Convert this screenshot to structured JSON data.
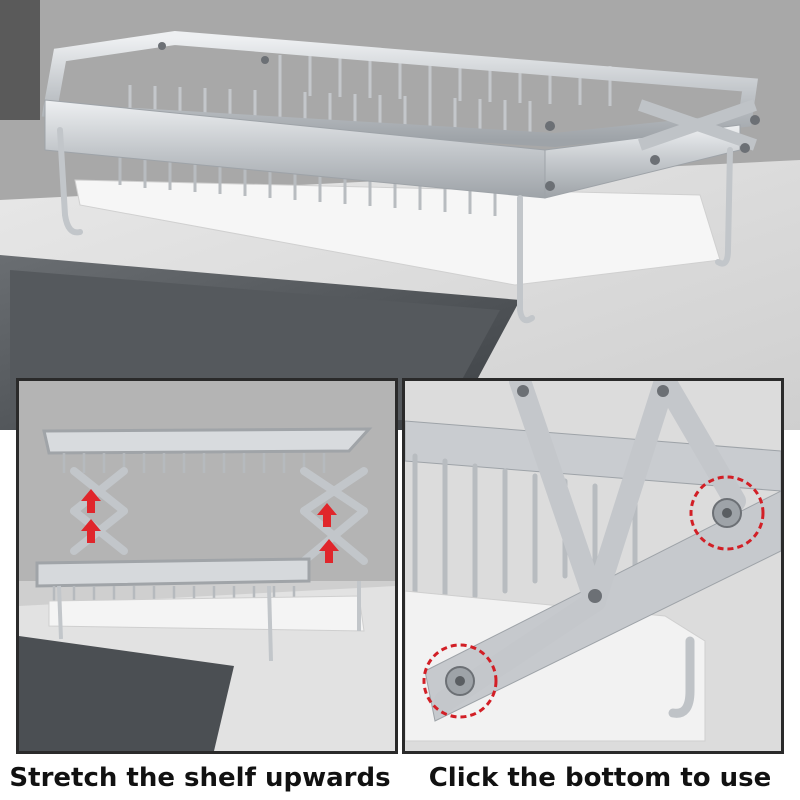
{
  "product": {
    "hero_icon": "stainless-dish-rack-photo",
    "left_panel_icon": "expanded-two-tier-rack-photo",
    "right_panel_icon": "hinge-lock-closeup-photo",
    "arrow_icon": "up-arrow-icon",
    "highlight_icon": "dashed-circle-highlight-icon"
  },
  "captions": {
    "left": "Stretch the shelf upwards",
    "right": "Click the bottom to use"
  },
  "colors": {
    "steel": "#c9ccd0",
    "steel_dark": "#8e9297",
    "tray": "#f4f4f4",
    "arrow_red": "#e0262b",
    "highlight_red": "#d21f26",
    "caption_text": "#111111",
    "frame_border": "#2a2a2a"
  }
}
